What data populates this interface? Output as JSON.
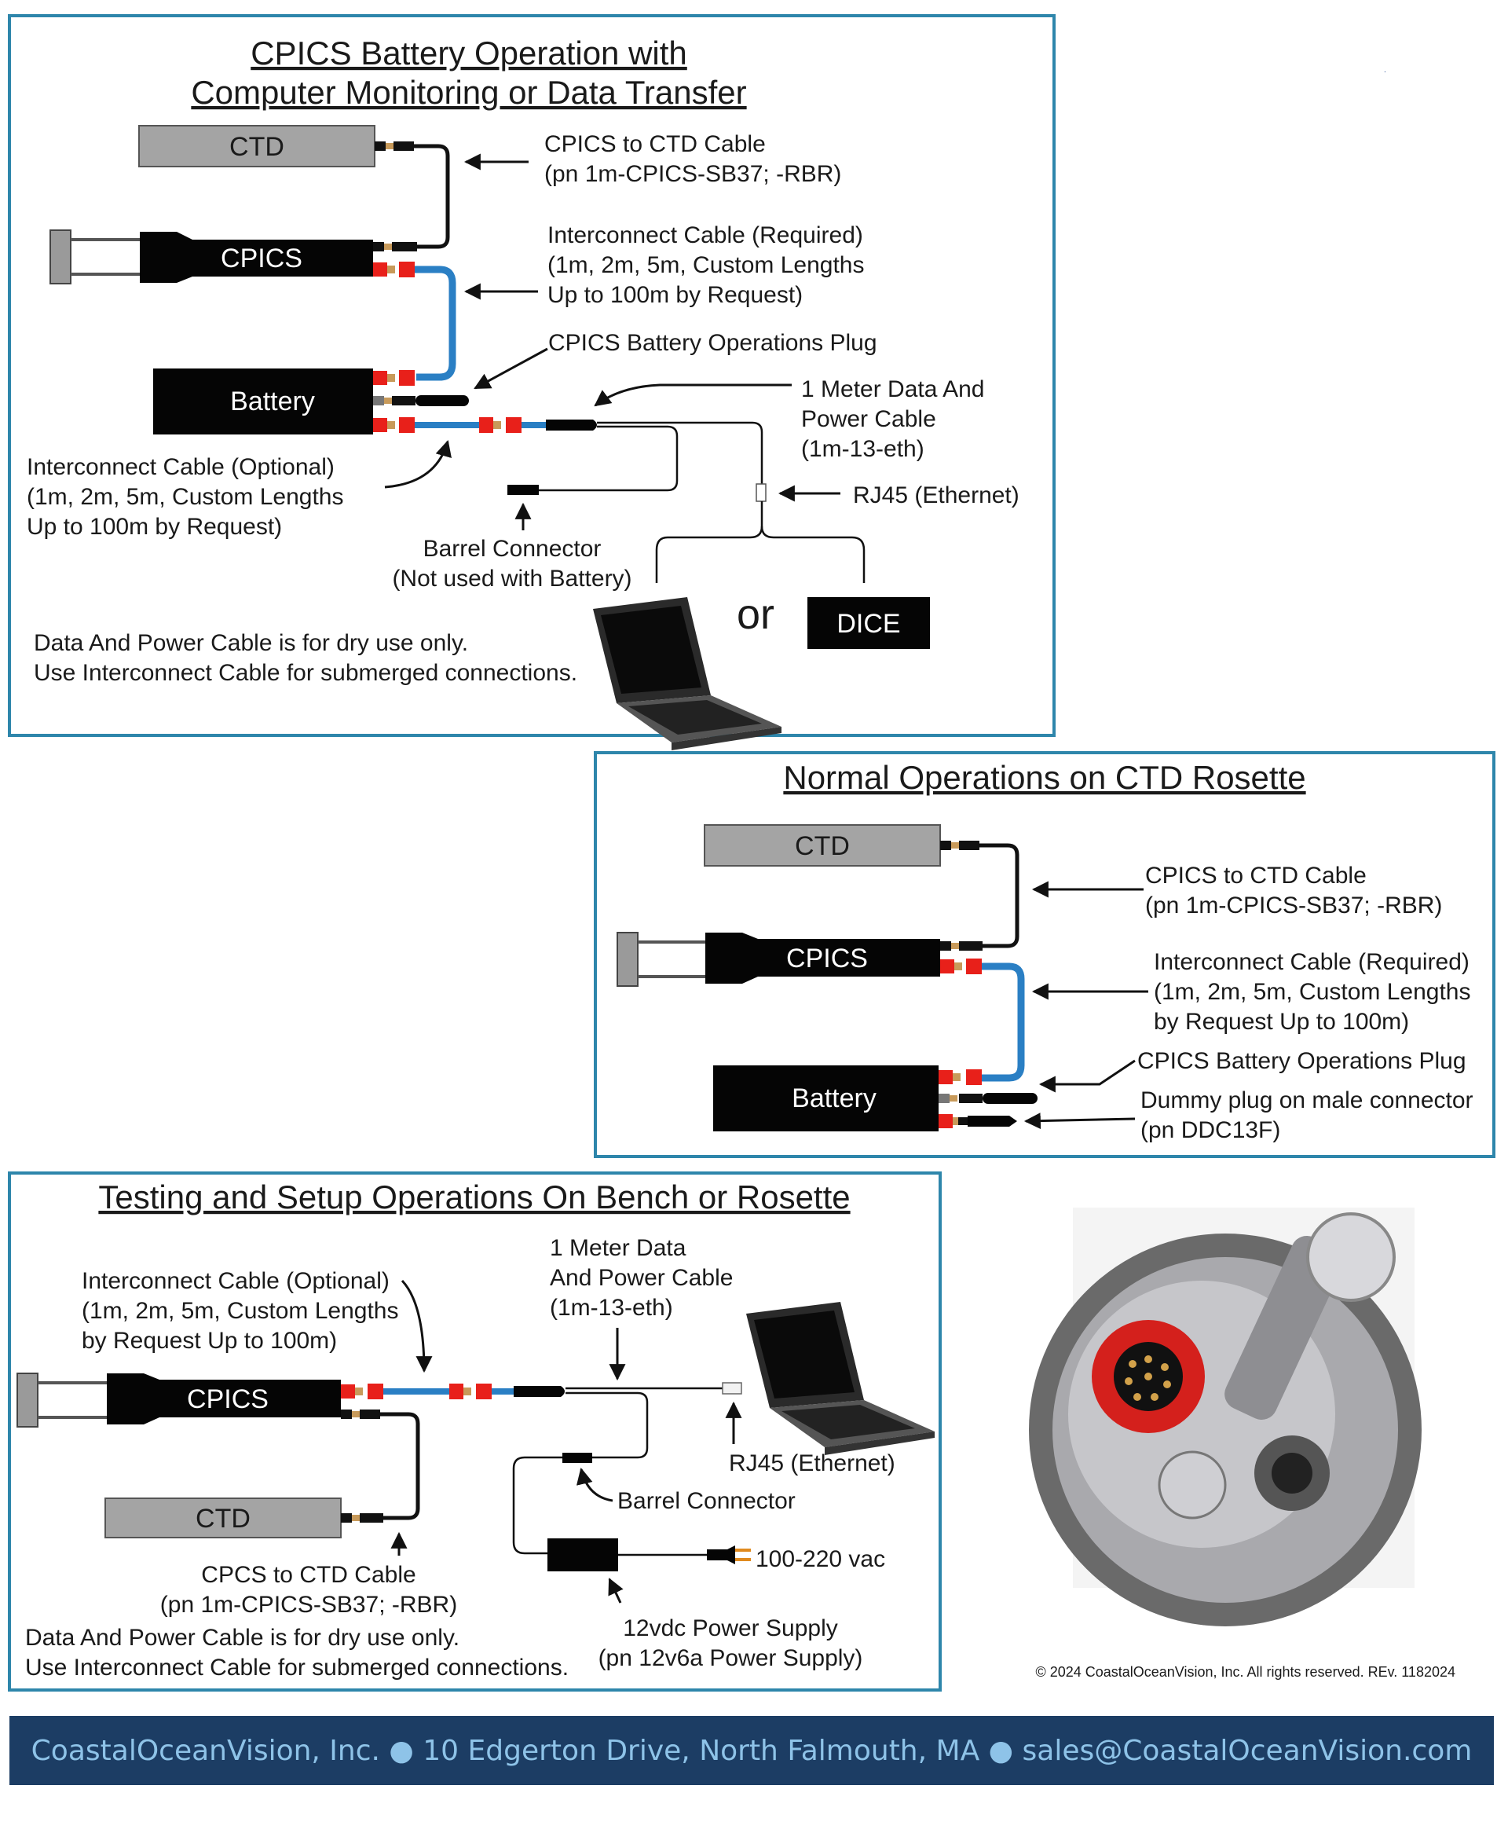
{
  "panel1": {
    "title_line1": "CPICS Battery Operation with",
    "title_line2": "Computer Monitoring or Data Transfer",
    "ctd": "CTD",
    "cpics": "CPICS",
    "battery": "Battery",
    "dice": "DICE",
    "or": "or",
    "cable_ctd_1": "CPICS to CTD Cable",
    "cable_ctd_2": "(pn 1m-CPICS-SB37; -RBR)",
    "interconnect_req_1": "Interconnect Cable (Required)",
    "interconnect_req_2": "(1m, 2m, 5m, Custom Lengths",
    "interconnect_req_3": "Up to 100m by Request)",
    "ops_plug": "CPICS Battery Operations Plug",
    "data_cable_1": "1 Meter Data And",
    "data_cable_2": "Power Cable",
    "data_cable_3": "(1m-13-eth)",
    "rj45": "RJ45 (Ethernet)",
    "interconnect_opt_1": "Interconnect Cable (Optional)",
    "interconnect_opt_2": "(1m, 2m, 5m, Custom Lengths",
    "interconnect_opt_3": "Up to 100m by Request)",
    "barrel_1": "Barrel Connector",
    "barrel_2": "(Not used with Battery)",
    "note_1": "Data And Power Cable is for dry use only.",
    "note_2": "Use Interconnect Cable for submerged connections."
  },
  "panel2": {
    "title": "Normal Operations on CTD Rosette",
    "ctd": "CTD",
    "cpics": "CPICS",
    "battery": "Battery",
    "cable_ctd_1": "CPICS to CTD Cable",
    "cable_ctd_2": "(pn 1m-CPICS-SB37; -RBR)",
    "interconnect_1": "Interconnect Cable (Required)",
    "interconnect_2": "(1m, 2m, 5m, Custom Lengths",
    "interconnect_3": "by Request Up to 100m)",
    "ops_plug": "CPICS Battery Operations Plug",
    "dummy_1": "Dummy plug on male connector",
    "dummy_2": "(pn DDC13F)"
  },
  "panel3": {
    "title": "Testing and Setup Operations On Bench or Rosette",
    "ctd": "CTD",
    "cpics": "CPICS",
    "interconnect_1": "Interconnect Cable (Optional)",
    "interconnect_2": "(1m, 2m, 5m, Custom Lengths",
    "interconnect_3": "by Request Up to 100m)",
    "data_cable_1": "1 Meter Data",
    "data_cable_2": "And Power Cable",
    "data_cable_3": "(1m-13-eth)",
    "rj45": "RJ45 (Ethernet)",
    "barrel": "Barrel Connector",
    "vac": "100-220 vac",
    "cable_ctd_1": "CPCS to CTD Cable",
    "cable_ctd_2": "(pn 1m-CPICS-SB37; -RBR)",
    "psu_1": "12vdc Power Supply",
    "psu_2": "(pn 12v6a Power Supply)",
    "note_1": "Data And Power Cable is for dry use only.",
    "note_2": "Use Interconnect Cable for submerged connections."
  },
  "copyright": "© 2024 CoastalOceanVision, Inc. All rights reserved. REv. 1182024",
  "footer": "CoastalOceanVision, Inc. ● 10 Edgerton Drive, North Falmouth, MA ● sales@CoastalOceanVision.com",
  "colors": {
    "panel_border": "#2e86ab",
    "interconnect_cable": "#2a7fc4",
    "connector_red": "#e8201a",
    "footer_bg": "#1c3d64",
    "footer_text": "#8ec3e8",
    "ctd_gray": "#a4a4a4"
  }
}
